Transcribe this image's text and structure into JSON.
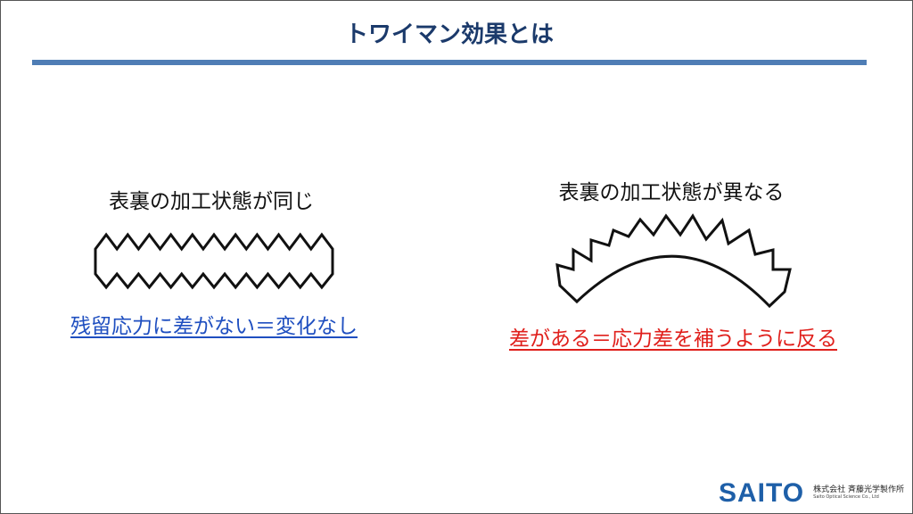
{
  "title": "トワイマン効果とは",
  "left": {
    "heading": "表裏の加工状態が同じ",
    "result": "残留応力に差がない＝変化なし"
  },
  "right": {
    "heading": "表裏の加工状態が異なる",
    "result": "差がある＝応力差を補うように反る"
  },
  "logo": {
    "mark": "SAITO",
    "company_jp": "株式会社 斉藤光学製作所",
    "company_en": "Saito Optical Science Co., Ltd"
  },
  "colors": {
    "title": "#1b3a6b",
    "bar": "#4f7db5",
    "blue_text": "#1f4fc0",
    "red_text": "#e0201c"
  }
}
